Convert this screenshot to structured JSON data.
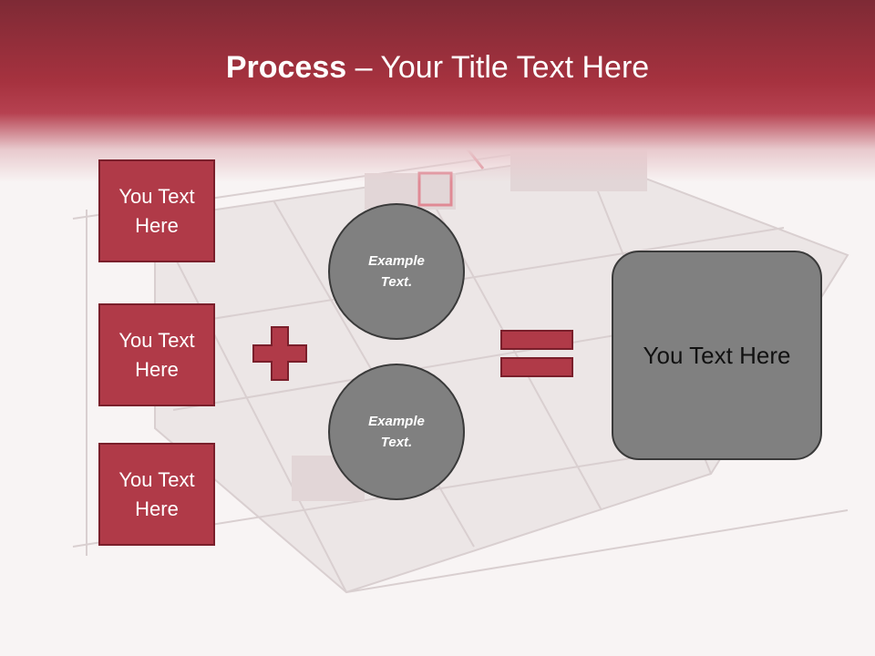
{
  "title": {
    "strong": "Process",
    "separator": " – ",
    "rest": "Your Title Text Here"
  },
  "boxes": [
    {
      "label": "You Text Here"
    },
    {
      "label": "You Text Here"
    },
    {
      "label": "You Text Here"
    }
  ],
  "circles": [
    {
      "label": "Example Text."
    },
    {
      "label": "Example Text."
    }
  ],
  "result": {
    "label": "You Text Here"
  },
  "colors": {
    "header_dark": "#7e2a35",
    "header_accent": "#a6323f",
    "box_fill": "#b03a48",
    "box_border": "#7a1f2b",
    "circle_fill": "#808080",
    "circle_border": "#3a3a3a",
    "background": "#f8f4f4"
  }
}
